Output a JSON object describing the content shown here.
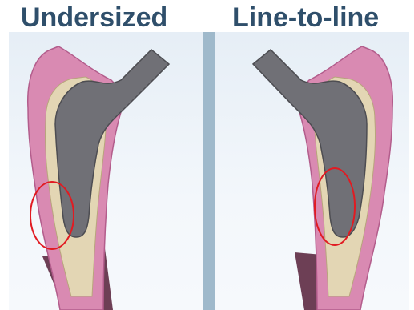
{
  "titles": {
    "left": "Undersized",
    "right": "Line-to-line"
  },
  "colors": {
    "title": "#2f4f6b",
    "bone": "#d98ab2",
    "bone_edge": "#b35d8c",
    "cancellous": "#e3d6b4",
    "stem": "#707076",
    "highlight_circle": "#e11b22",
    "divider": "#9fb9cb",
    "shaft_dark": "#5e2a43"
  },
  "panels": [
    {
      "label_key": "left",
      "stem_fit": "undersized",
      "highlight": "gap between stem tip and cortex"
    },
    {
      "label_key": "right",
      "stem_fit": "line-to-line",
      "highlight": "stem tip contacting cortex"
    }
  ]
}
